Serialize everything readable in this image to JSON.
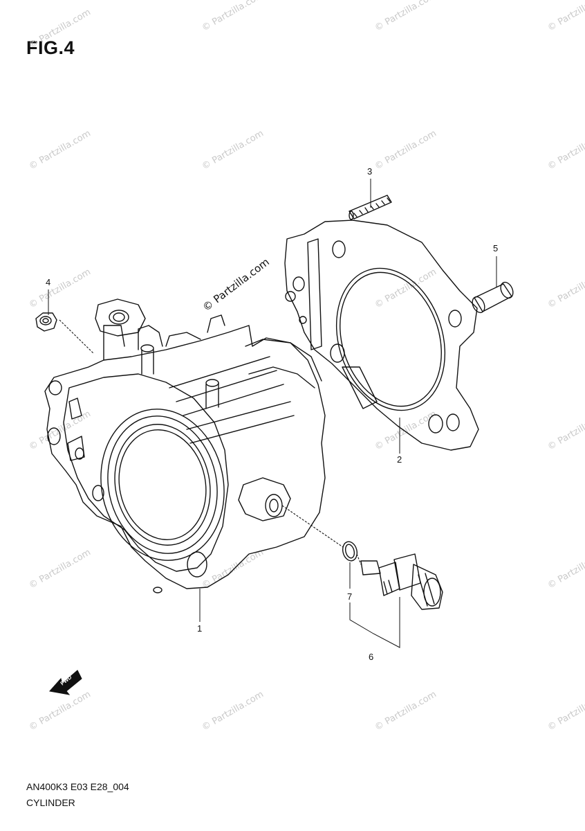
{
  "figure": {
    "title": "FIG.4",
    "code": "AN400K3 E03 E28_004",
    "name": "CYLINDER"
  },
  "watermark": {
    "text": "© Partzilla.com",
    "center_text": "© Partzilla.com"
  },
  "callouts": {
    "c1": "1",
    "c2": "2",
    "c3": "3",
    "c4": "4",
    "c5": "5",
    "c6": "6",
    "c7": "7"
  },
  "fwd_arrow": {
    "label": "FWD"
  }
}
